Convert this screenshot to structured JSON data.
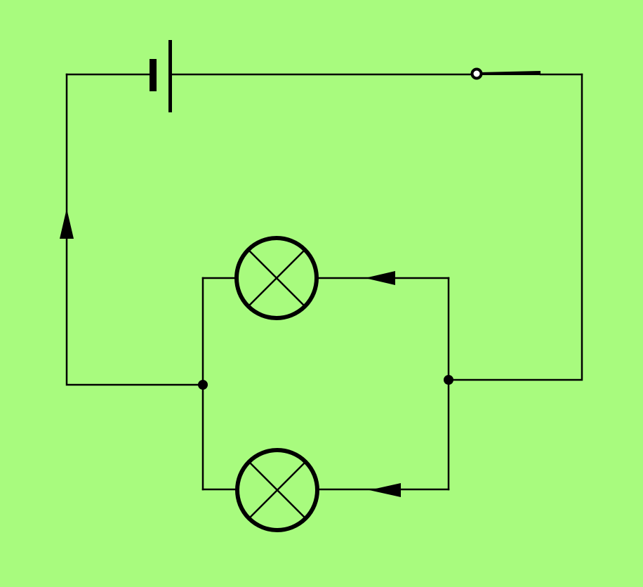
{
  "colors": {
    "background": "#a8fb7e",
    "ink": "#000000"
  },
  "components": {
    "battery": "battery-icon",
    "switch": "open-switch-icon",
    "bulbs": [
      "lamp-icon",
      "lamp-icon"
    ],
    "junctions": 2,
    "current_arrows": [
      "up",
      "left",
      "left"
    ]
  }
}
